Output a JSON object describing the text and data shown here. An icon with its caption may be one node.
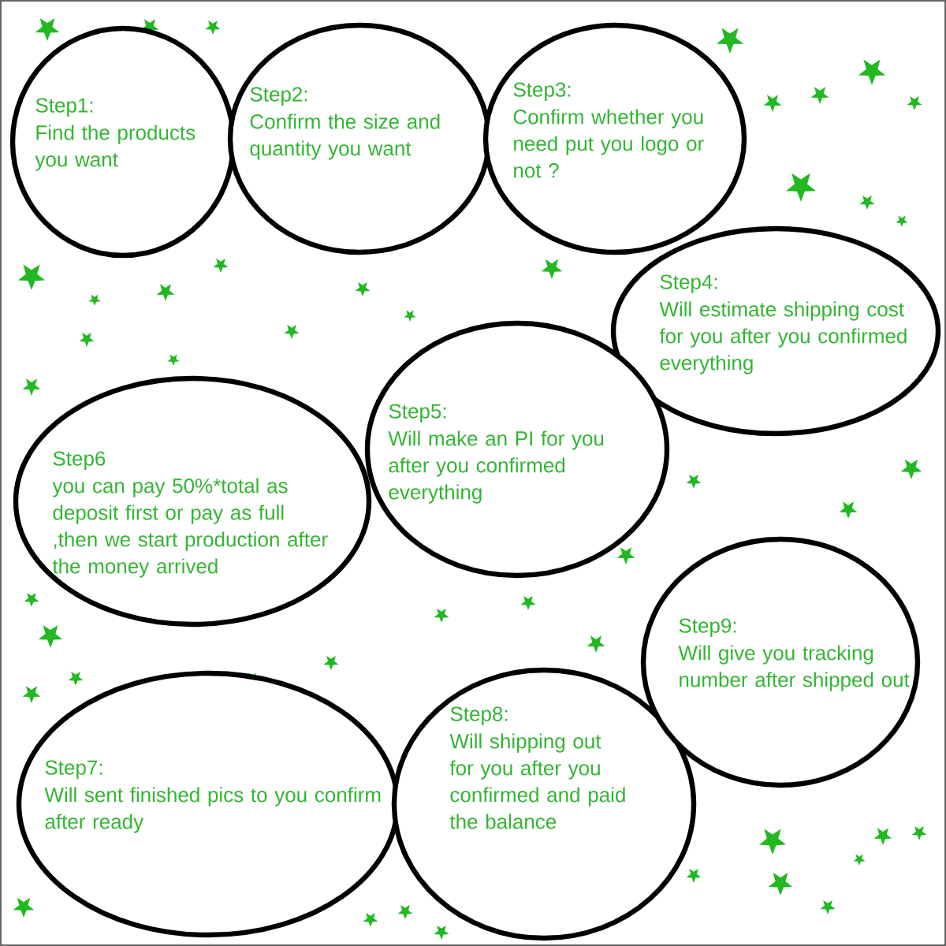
{
  "diagram": {
    "nodes": [
      {
        "text": [
          "Step1:",
          "Find the products you want"
        ]
      },
      {
        "text": [
          "Step2:",
          "Confirm the size and quantity you want"
        ]
      },
      {
        "text": [
          "Step3:",
          "Confirm whether you need put you logo or not ?"
        ]
      },
      {
        "text": [
          "Step4:",
          "Will estimate shipping cost for you after you confirmed everything"
        ]
      },
      {
        "text": [
          "Step5:",
          "Will make an PI for you after you confirmed everything"
        ]
      },
      {
        "text": [
          "Step6",
          "you can pay 50%*total as deposit first or pay as full ,then we start production after the money arrived"
        ]
      },
      {
        "text": [
          "Step7:",
          "Will sent finished pics to you confirm after ready"
        ]
      },
      {
        "text": [
          "Step8:",
          "Will shipping out for you after you confirmed and paid the balance"
        ]
      },
      {
        "text": [
          "Step9:",
          "Will give you tracking number after shipped out"
        ]
      }
    ]
  }
}
